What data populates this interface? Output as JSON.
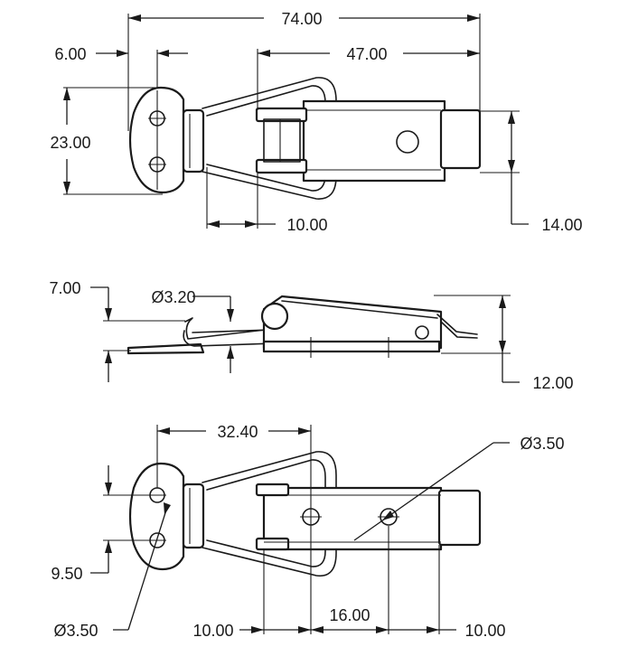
{
  "views": {
    "top": {
      "overall_length": "74.00",
      "pivot_to_end": "47.00",
      "flange_offset": "6.00",
      "plate_height": "23.00",
      "hook_height": "14.00",
      "bail_gap": "10.00"
    },
    "side": {
      "flange_height": "7.00",
      "wire_diameter": "Ø3.20",
      "body_height": "12.00"
    },
    "bottom": {
      "hole_span": "32.40",
      "hook_hole_diameter": "Ø3.50",
      "hole_pitch": "9.50",
      "plate_hole_diameter": "Ø3.50",
      "left_offset": "10.00",
      "base_hole_spacing": "16.00",
      "right_offset": "10.00"
    }
  }
}
